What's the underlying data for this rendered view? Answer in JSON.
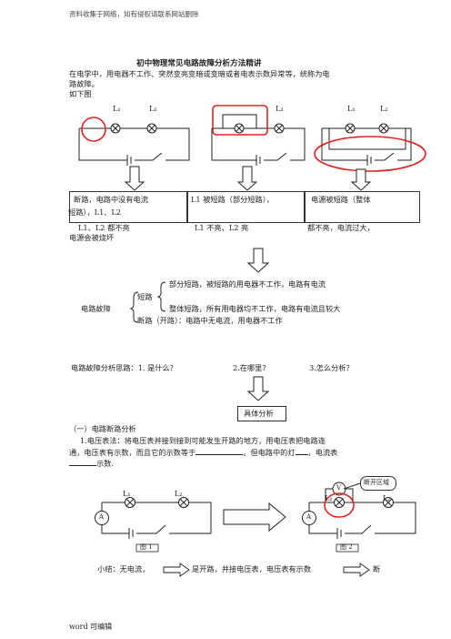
{
  "header": "资料收集于网络，如有侵权请联系网站删除",
  "title": "初中物理常见电路故障分析方法精讲",
  "intro": {
    "line1": "在电学中，用电器不工作、突然变亮变暗或变暗或者电表示数异常等，统称为电",
    "line2": "路故障。",
    "line3": "如下图"
  },
  "circuit_labels": {
    "l1": "L₁",
    "l2": "L₂"
  },
  "boxes": {
    "open": {
      "line1": "断路，电路中没有电流",
      "line2": "短路），L1、L2",
      "below1": "L1、L2 都不亮",
      "below2": "电源会被烧坏"
    },
    "short_l1": {
      "line1": "L1 被短路（部分短路），",
      "below": "L1 不亮、L2 亮"
    },
    "short_source": {
      "line1": "电源被短路（整体",
      "below": "都不亮，电流过大，"
    }
  },
  "fault_tree": {
    "root": "电路故障",
    "short": "短路",
    "partial": "部分短路，被短路的用电器不工作，电路有电流",
    "whole": "整体短路，所有用电器均不工作，电路有电流且较大",
    "open": "断路（开路）：电路中无电流，用电器不工作"
  },
  "analysis": {
    "lead": "电路故障分析思路：1.  是什么？",
    "q2": "2.在哪里？",
    "q3": "3.怎么分析？",
    "box": "具体分析"
  },
  "section1": {
    "heading": "（一）电路断路分析",
    "p1": "1.电压表法：将电压表并接到接到可能发生开路的地方，用电压表把电路连",
    "p2a": "通，电压表有示数，而且它的示数等于",
    "p2b": "。但电路中的灯",
    "p2c": "，电流表",
    "p3": "示数."
  },
  "figures": {
    "fig1": "图 1",
    "fig2": "图 2",
    "break_label": "断开区域",
    "ammeter": "A",
    "voltmeter": "V"
  },
  "summary": {
    "a": "小结：无电流，",
    "b": "是开路，并接电压表，电压表有示数",
    "c": "断"
  },
  "footer": "word 可编辑"
}
